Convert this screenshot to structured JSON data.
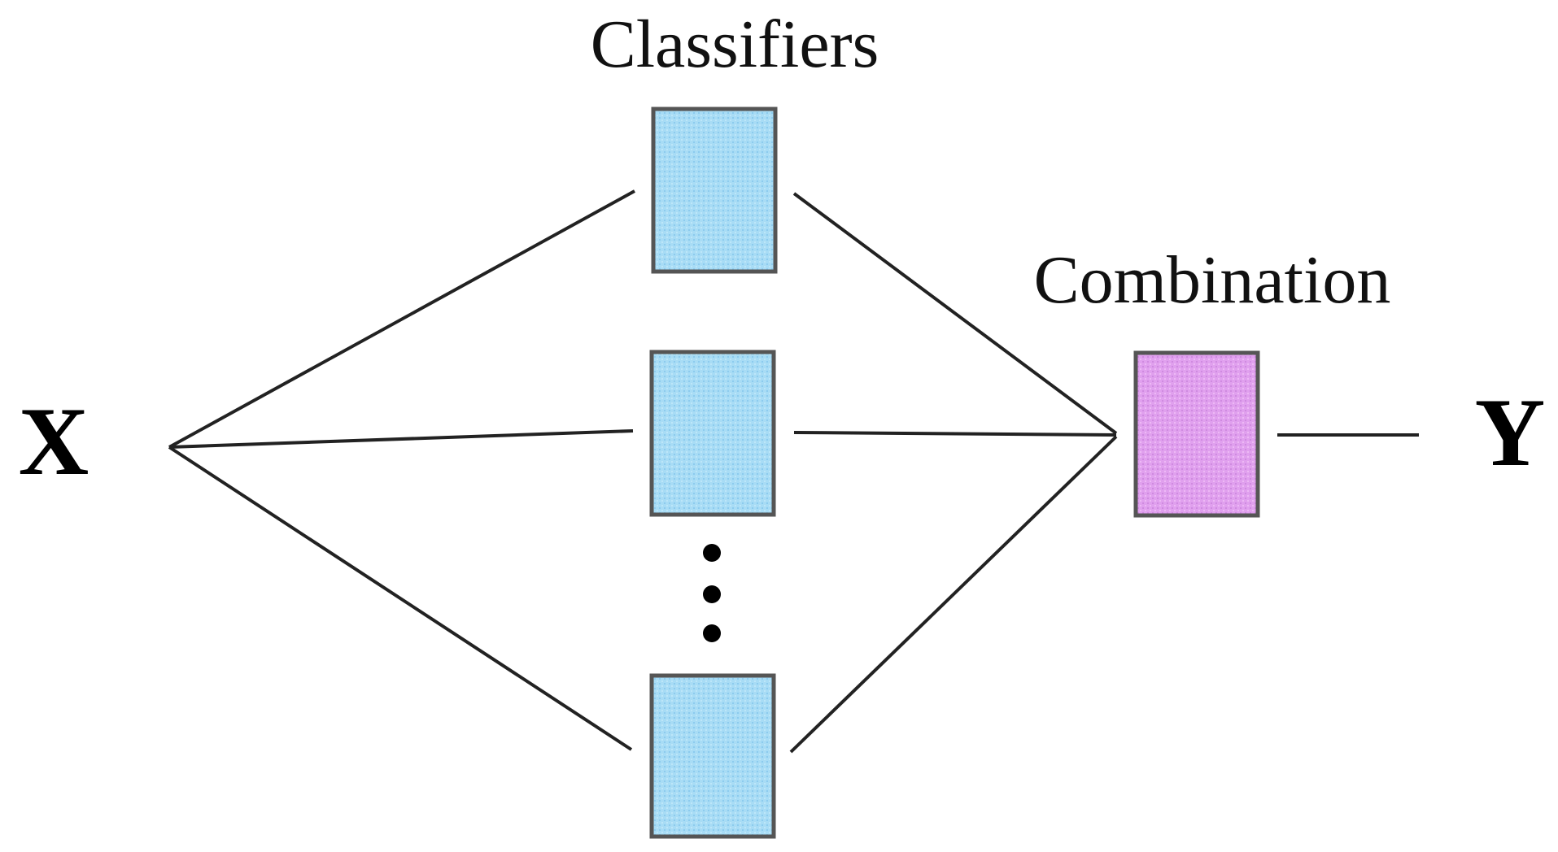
{
  "labels": {
    "classifiers": "Classifiers",
    "combination": "Combination",
    "input": "X",
    "output": "Y"
  },
  "colors": {
    "classifier_fill": "#a8dcf5",
    "combination_fill": "#e0a0ee",
    "line": "#222222",
    "box_border": "#555555"
  }
}
